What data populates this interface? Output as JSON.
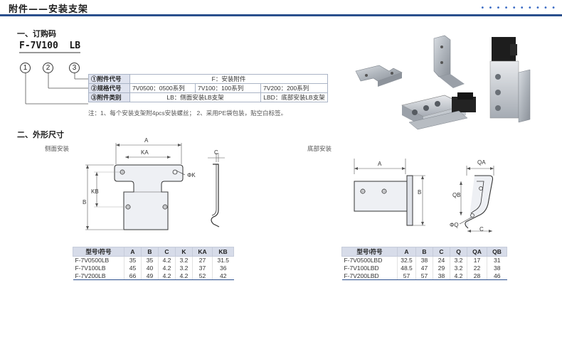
{
  "header": {
    "title": "附件——安装支架"
  },
  "section1": {
    "title": "一、订购码"
  },
  "order": {
    "code_model": "F-7V100",
    "code_suffix": "LB",
    "c1": "1",
    "c2": "2",
    "c3": "3",
    "rows": [
      {
        "num": "①",
        "head": "附件代号",
        "cells": [
          "F：安装附件"
        ]
      },
      {
        "num": "②",
        "head": "规格代号",
        "cells": [
          "7V0500：0500系列",
          "7V100：100系列",
          "7V200：200系列"
        ]
      },
      {
        "num": "③",
        "head": "附件类别",
        "cells": [
          "LB：侧面安装LB支架",
          "LBD：底部安装LB支架"
        ]
      }
    ],
    "note": "注：1、每个安装支架附4pcs安装螺丝；  2、采用PE袋包装，贴空白标签。"
  },
  "section2": {
    "title": "二、外形尺寸"
  },
  "side": {
    "label": "侧面安装",
    "dims": {
      "A": "A",
      "KA": "KA",
      "B": "B",
      "KB": "KB",
      "C": "C",
      "K": "ΦK"
    }
  },
  "bottom": {
    "label": "底部安装",
    "dims": {
      "A": "A",
      "B": "B",
      "QA": "QA",
      "QB": "QB",
      "C": "C",
      "Q": "ΦQ"
    }
  },
  "side_table": {
    "headers": [
      "型号\\符号",
      "A",
      "B",
      "C",
      "K",
      "KA",
      "KB"
    ],
    "rows": [
      [
        "F-7V0500LB",
        "35",
        "35",
        "4.2",
        "3.2",
        "27",
        "31.5"
      ],
      [
        "F-7V100LB",
        "45",
        "40",
        "4.2",
        "3.2",
        "37",
        "36"
      ],
      [
        "F-7V200LB",
        "66",
        "49",
        "4.2",
        "4.2",
        "52",
        "42"
      ]
    ]
  },
  "bottom_table": {
    "headers": [
      "型号\\符号",
      "A",
      "B",
      "C",
      "Q",
      "QA",
      "QB"
    ],
    "rows": [
      [
        "F-7V0500LBD",
        "32.5",
        "38",
        "24",
        "3.2",
        "17",
        "31"
      ],
      [
        "F-7V100LBD",
        "48.5",
        "47",
        "29",
        "3.2",
        "22",
        "38"
      ],
      [
        "F-7V200LBD",
        "57",
        "57",
        "38",
        "4.2",
        "28",
        "46"
      ]
    ]
  },
  "colors": {
    "accent": "#2a4f8d",
    "table_header": "#d7dce9",
    "selector_header": "#dfe3ef"
  }
}
